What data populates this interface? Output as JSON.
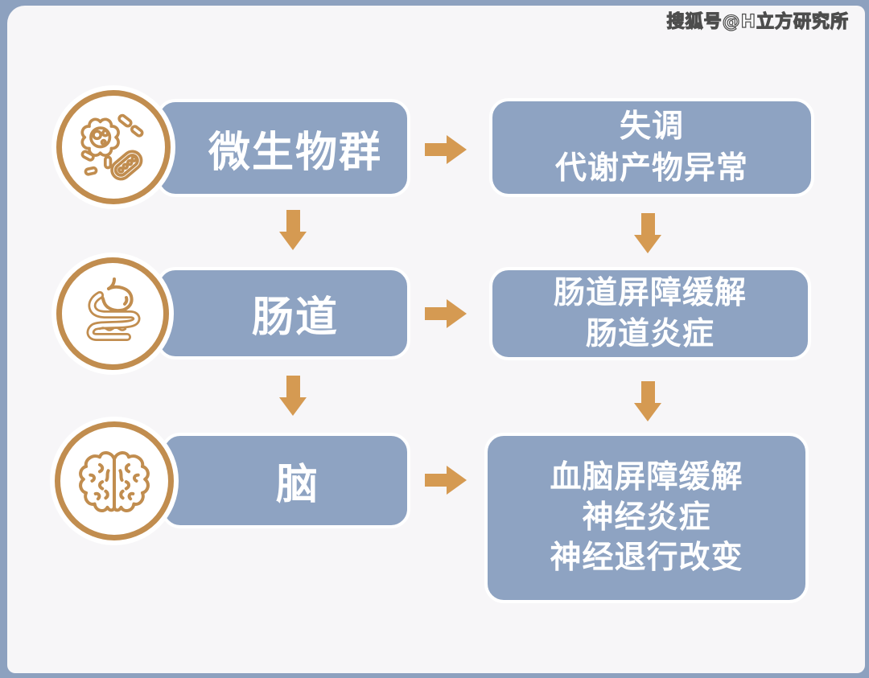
{
  "watermark": {
    "text": "搜狐号@H立方研究所"
  },
  "colors": {
    "frame_blue": "#8da1bf",
    "card_background": "#f7f6f8",
    "box_blue": "#8ea3c2",
    "arrow_orange": "#d59a52",
    "icon_gold": "#c18d4f",
    "text_white": "#ffffff"
  },
  "rows": [
    {
      "icon": "microbes-icon",
      "label": "微生物群",
      "results": [
        "失调",
        "代谢产物异常"
      ]
    },
    {
      "icon": "gut-icon",
      "label": "肠道",
      "results": [
        "肠道屏障缓解",
        "肠道炎症"
      ]
    },
    {
      "icon": "brain-icon",
      "label": "脑",
      "results": [
        "血脑屏障缓解",
        "神经炎症",
        "神经退行改变"
      ]
    }
  ]
}
